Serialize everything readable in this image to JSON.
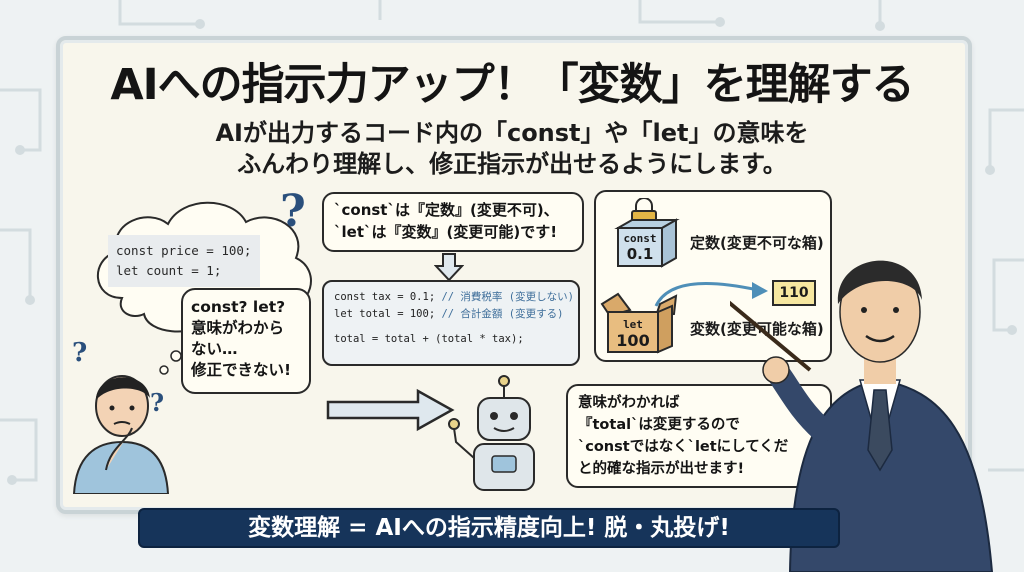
{
  "title": "AIへの指示力アップ！「変数」を理解する",
  "subtitle": {
    "line1": "AIが出力するコード内の「const」や「let」の意味を",
    "line2": "ふんわり理解し、修正指示が出せるようにします。"
  },
  "thought_code": {
    "line1": "const price = 100;",
    "line2": "let count = 1;"
  },
  "confused_bubble": {
    "line1": "const? let?",
    "line2": "意味がわから",
    "line3": "ない…",
    "line4": "修正できない!"
  },
  "explanation_bubble": {
    "line1": "`const`は『定数』(変更不可)、",
    "line2": "`let`は『変数』(変更可能)です!"
  },
  "code_sample": {
    "line1_code": "const tax = 0.1; ",
    "line1_comment": "// 消費税率 (変更しない)",
    "line2_code": "let total = 100; ",
    "line2_comment": "// 合計金額 (変更する)",
    "line3_code": "total = total + (total * tax);"
  },
  "box_diagram": {
    "const_box_label": "const",
    "const_box_value": "0.1",
    "const_caption": "定数(変更不可な箱)",
    "let_box_label": "let",
    "let_box_value": "100",
    "let_caption": "変数(変更可能な箱)",
    "new_value": "110"
  },
  "result_bubble": {
    "line1": "意味がわかれば",
    "line2": "『total`は変更するので",
    "line3": "`constではなく`letにしてくだ",
    "line4": "と的確な指示が出せます!"
  },
  "bottom_banner": "変数理解 = AIへの指示精度向上! 脱・丸投げ!",
  "colors": {
    "banner": "#16345a",
    "board": "#f8f6ec",
    "accent_blue": "#2a4f7c",
    "sticky": "#f6e7a0"
  }
}
